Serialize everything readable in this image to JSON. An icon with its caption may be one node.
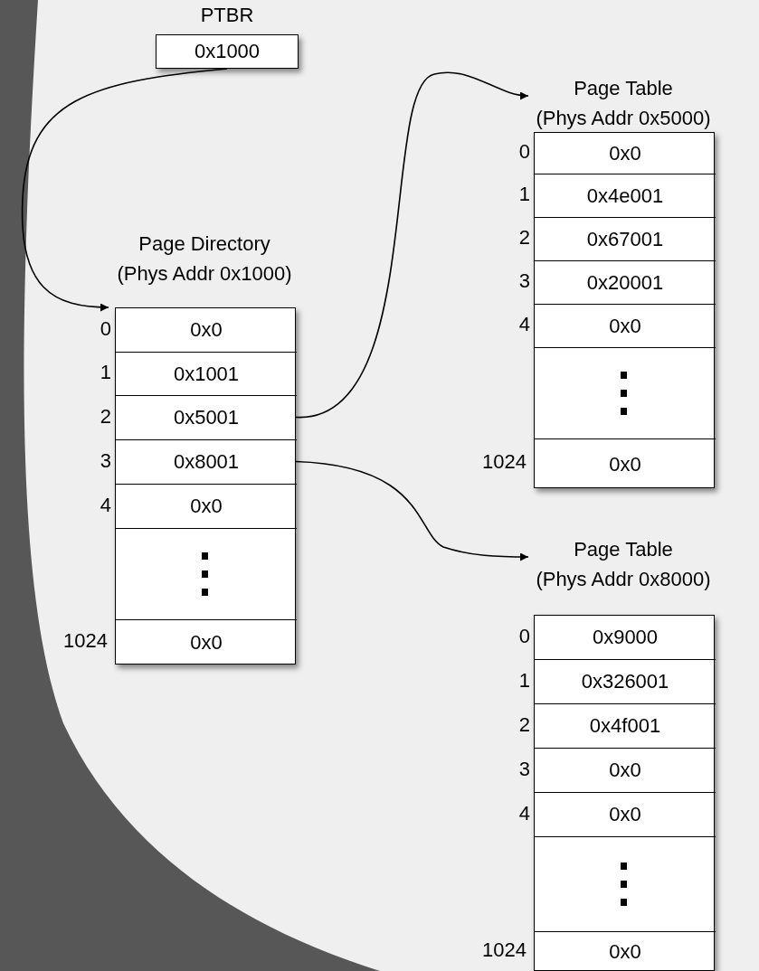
{
  "diagram": {
    "nodes": [
      {
        "text": [
          "PTBR",
          "0x1000"
        ]
      },
      {
        "text": [
          "Page Directory",
          "(Phys Addr 0x1000)"
        ]
      },
      {
        "text": [
          "0x0"
        ],
        "in": 1,
        "beside": [
          "0"
        ]
      },
      {
        "text": [
          "0x1001"
        ],
        "in": 1,
        "beside": [
          "1"
        ]
      },
      {
        "text": [
          "0x5001"
        ],
        "in": 1,
        "beside": [
          "2"
        ]
      },
      {
        "text": [
          "0x8001"
        ],
        "in": 1,
        "beside": [
          "3"
        ]
      },
      {
        "text": [
          "0x0"
        ],
        "in": 1,
        "beside": [
          "4"
        ]
      },
      {
        "text": [],
        "shape": "box",
        "in": 1
      },
      {
        "text": [
          "0x0"
        ],
        "in": 1
      },
      {
        "text": [
          "Page Table",
          "(Phys Addr 0x5000)"
        ]
      },
      {
        "text": [
          "0x0"
        ],
        "in": 9,
        "beside": [
          "0"
        ]
      },
      {
        "text": [
          "0x4e001"
        ],
        "in": 9,
        "beside": [
          "1"
        ]
      },
      {
        "text": [
          "0x67001"
        ],
        "in": 9,
        "beside": [
          "2"
        ]
      },
      {
        "text": [
          "0x20001"
        ],
        "in": 9,
        "beside": [
          "3"
        ]
      },
      {
        "text": [
          "0x0"
        ],
        "in": 9,
        "beside": [
          "4"
        ]
      },
      {
        "text": [],
        "shape": "box",
        "in": 9
      },
      {
        "text": [
          "0x0"
        ],
        "in": 9
      },
      {
        "text": [
          "Page Table",
          "(Phys Addr 0x8000)"
        ]
      },
      {
        "text": [
          "0x9000"
        ],
        "in": 17,
        "beside": [
          "0"
        ]
      },
      {
        "text": [
          "0x326001"
        ],
        "in": 17,
        "beside": [
          "1"
        ]
      },
      {
        "text": [
          "0x4f001"
        ],
        "in": 17,
        "beside": [
          "2"
        ]
      },
      {
        "text": [
          "0x0"
        ],
        "in": 17,
        "beside": [
          "3"
        ]
      },
      {
        "text": [
          "0x0"
        ],
        "in": 17,
        "beside": [
          "4"
        ]
      },
      {
        "text": [],
        "shape": "box",
        "in": 17
      },
      {
        "text": [
          "0x0"
        ],
        "in": 17
      }
    ],
    "labels": [
      "1024",
      "1024",
      "1024"
    ],
    "edges": [
      {
        "from": 0,
        "to": 1,
        "arrow": "to"
      },
      {
        "from": 4,
        "to": 9,
        "arrow": "to"
      },
      {
        "from": 5,
        "to": 17,
        "arrow": "to"
      }
    ]
  }
}
